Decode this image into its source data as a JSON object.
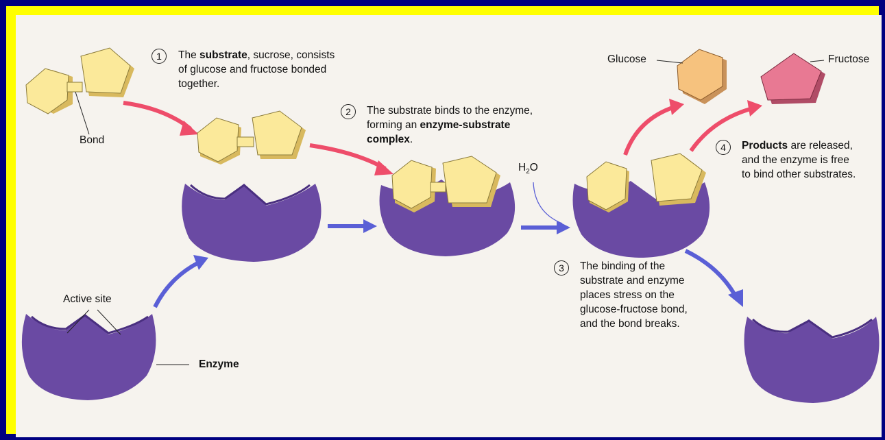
{
  "steps": {
    "s1": {
      "number": "1",
      "line1_pre": "The ",
      "line1_bold": "substrate",
      "line1_post": ", sucrose, consists",
      "line2": "of glucose and fructose bonded",
      "line3": "together."
    },
    "s2": {
      "number": "2",
      "line1": "The substrate binds to the enzyme,",
      "line2_pre": "forming an ",
      "line2_bold": "enzyme-substrate",
      "line3_bold": "complex",
      "line3_post": "."
    },
    "s3": {
      "number": "3",
      "line1": "The binding of the",
      "line2": "substrate and enzyme",
      "line3": "places stress on the",
      "line4": "glucose-fructose bond,",
      "line5": "and the bond breaks."
    },
    "s4": {
      "number": "4",
      "line1_bold": "Products",
      "line1_post": " are released,",
      "line2": "and the enzyme is free",
      "line3": "to bind other substrates."
    }
  },
  "labels": {
    "bond": "Bond",
    "active_site": "Active site",
    "enzyme": "Enzyme",
    "glucose": "Glucose",
    "fructose": "Fructose",
    "water_h": "H",
    "water_sub": "2",
    "water_o": "O"
  },
  "colors": {
    "frame": "#000080",
    "border": "#ffff00",
    "background": "#f6f3ee",
    "enzyme": "#6a4aa3",
    "substrate": "#fbe99a",
    "glucose": "#f6c27e",
    "fructose": "#e87993",
    "arrow_red": "#ee4d6a",
    "arrow_blue": "#5a5fd6"
  }
}
